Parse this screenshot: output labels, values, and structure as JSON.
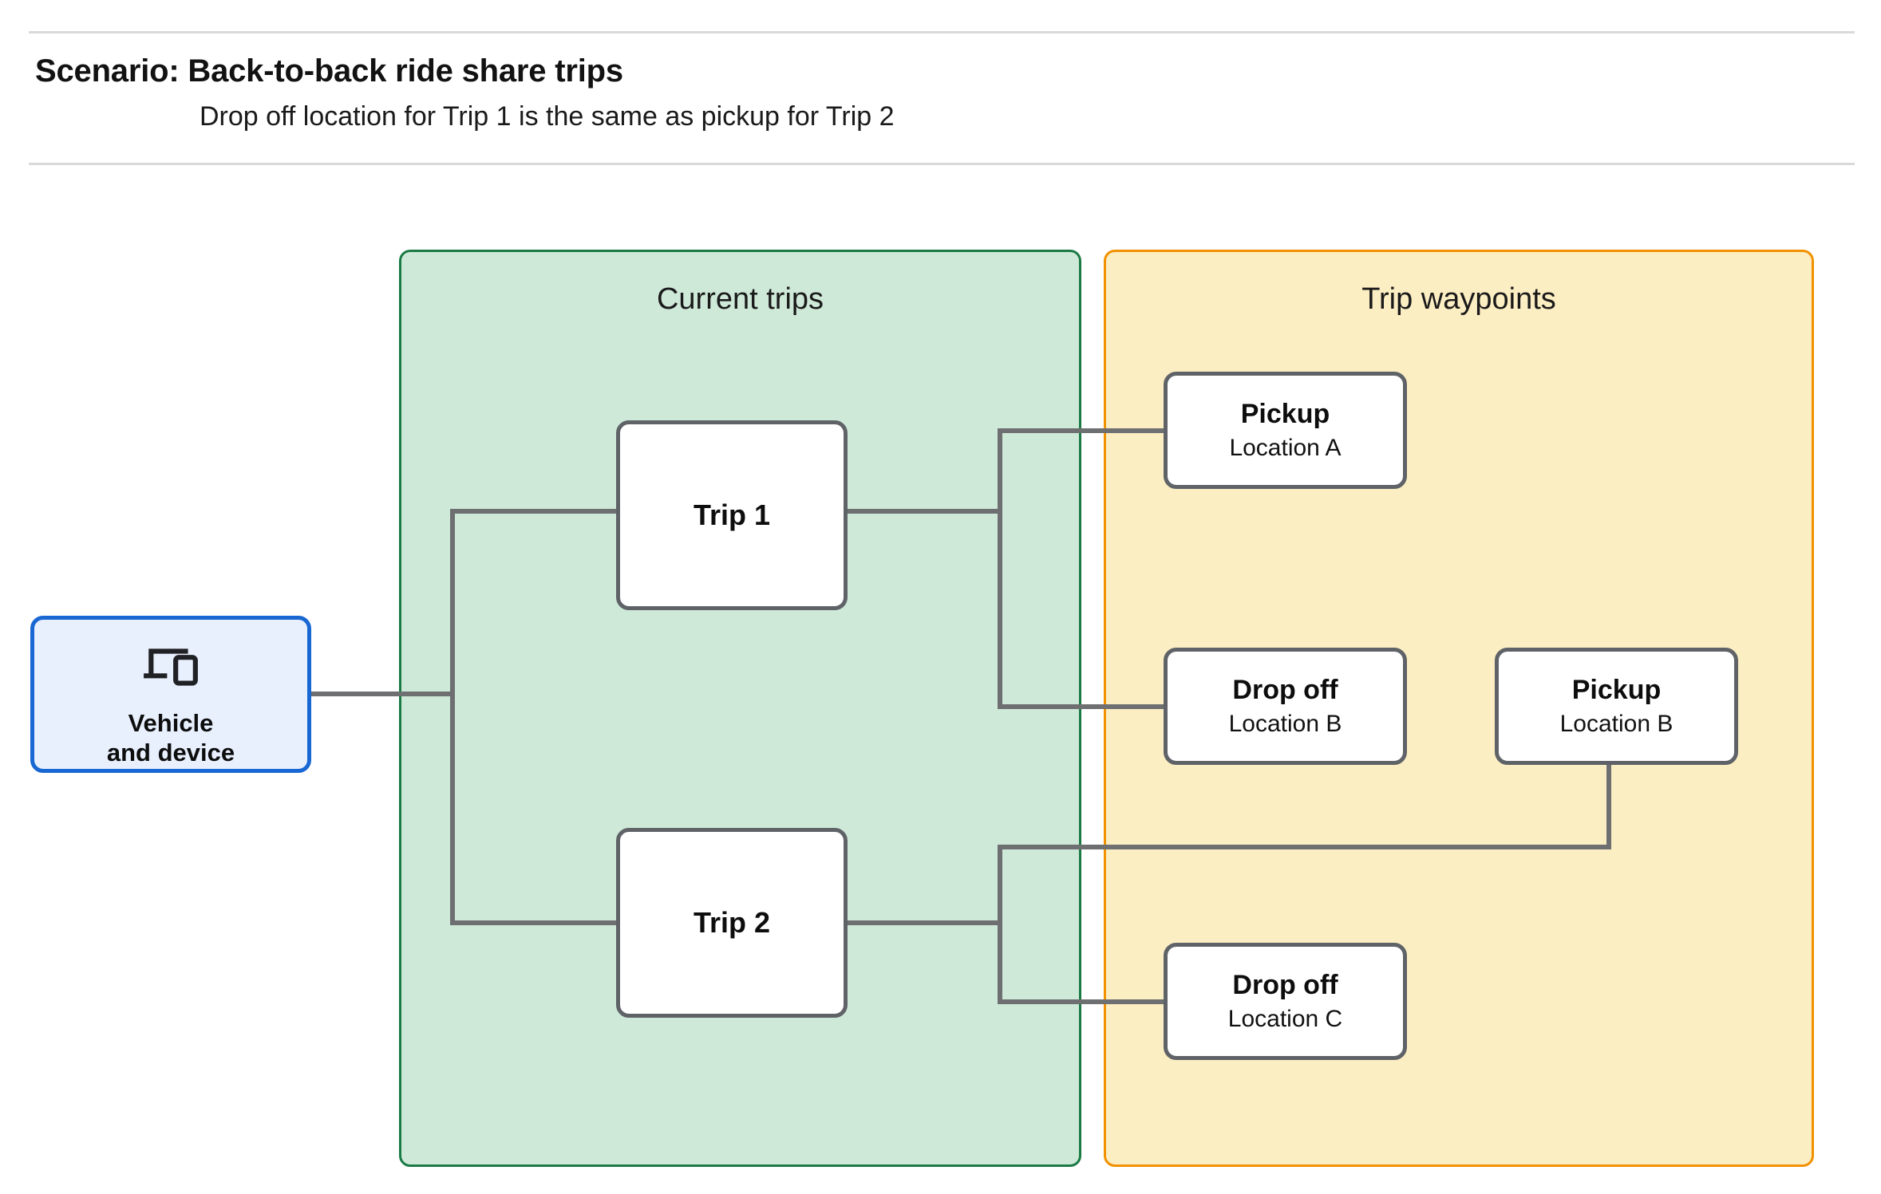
{
  "header": {
    "title": "Scenario: Back-to-back ride share trips",
    "subtitle": "Drop off  location for Trip 1 is the same as pickup for Trip 2"
  },
  "groups": {
    "current_trips": {
      "title": "Current trips",
      "fill": "#cfe9d9",
      "border": "#1a7a44"
    },
    "trip_waypoints": {
      "title": "Trip waypoints",
      "fill": "#fceec3",
      "border": "#f29100"
    }
  },
  "vehicle_device": {
    "label": "Vehicle\nand device",
    "icon": "devices-icon",
    "fill": "#e8f0fe",
    "border": "#1967d2"
  },
  "trips": [
    {
      "label": "Trip 1"
    },
    {
      "label": "Trip 2"
    }
  ],
  "waypoints": [
    {
      "id": "pickup-a",
      "title": "Pickup",
      "location": "Location A"
    },
    {
      "id": "dropoff-b",
      "title": "Drop off",
      "location": "Location B"
    },
    {
      "id": "pickup-b",
      "title": "Pickup",
      "location": "Location B"
    },
    {
      "id": "dropoff-c",
      "title": "Drop off",
      "location": "Location C"
    }
  ],
  "connections": [
    {
      "from": "vehicle-device",
      "to": "trip-1"
    },
    {
      "from": "vehicle-device",
      "to": "trip-2"
    },
    {
      "from": "trip-1",
      "to": "pickup-a"
    },
    {
      "from": "trip-1",
      "to": "dropoff-b"
    },
    {
      "from": "trip-2",
      "to": "pickup-b"
    },
    {
      "from": "trip-2",
      "to": "dropoff-c"
    }
  ],
  "colors": {
    "connector": "#6d6f71",
    "node_border": "#5f6368",
    "rule": "#d9d9d9"
  }
}
